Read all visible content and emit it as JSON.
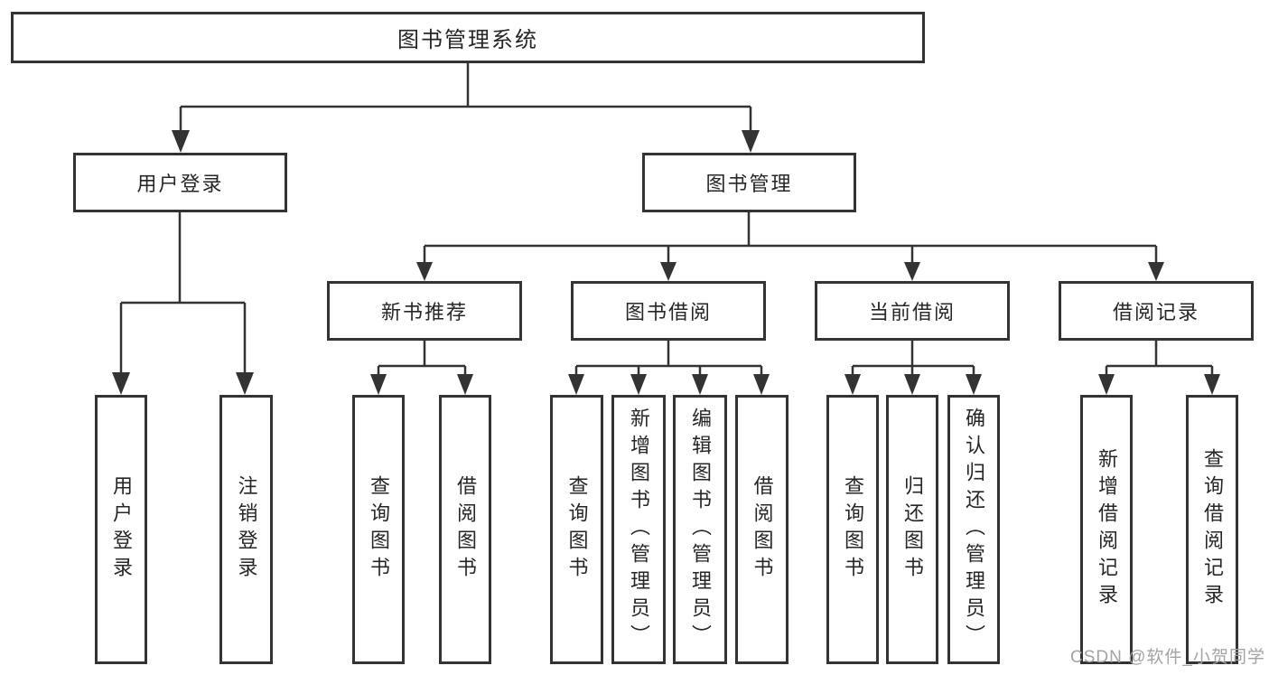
{
  "tree": {
    "root": {
      "label": "图书管理系统",
      "children": [
        {
          "label": "用户登录",
          "children": [
            {
              "label": "用户登录"
            },
            {
              "label": "注销登录"
            }
          ]
        },
        {
          "label": "图书管理",
          "children": [
            {
              "label": "新书推荐",
              "children": [
                {
                  "label": "查询图书"
                },
                {
                  "label": "借阅图书"
                }
              ]
            },
            {
              "label": "图书借阅",
              "children": [
                {
                  "label": "查询图书"
                },
                {
                  "label": "新增图书（管理员）"
                },
                {
                  "label": "编辑图书（管理员）"
                },
                {
                  "label": "借阅图书"
                }
              ]
            },
            {
              "label": "当前借阅",
              "children": [
                {
                  "label": "查询图书"
                },
                {
                  "label": "归还图书"
                },
                {
                  "label": "确认归还（管理员）"
                }
              ]
            },
            {
              "label": "借阅记录",
              "children": [
                {
                  "label": "新增借阅记录"
                },
                {
                  "label": "查询借阅记录"
                }
              ]
            }
          ]
        }
      ]
    }
  },
  "watermark": {
    "text": "CSDN @软件_小贺同学"
  },
  "colors": {
    "line": "#333333",
    "box_border": "#333333",
    "text": "#262626",
    "background": "#ffffff",
    "watermark": "#a3a3a3"
  }
}
